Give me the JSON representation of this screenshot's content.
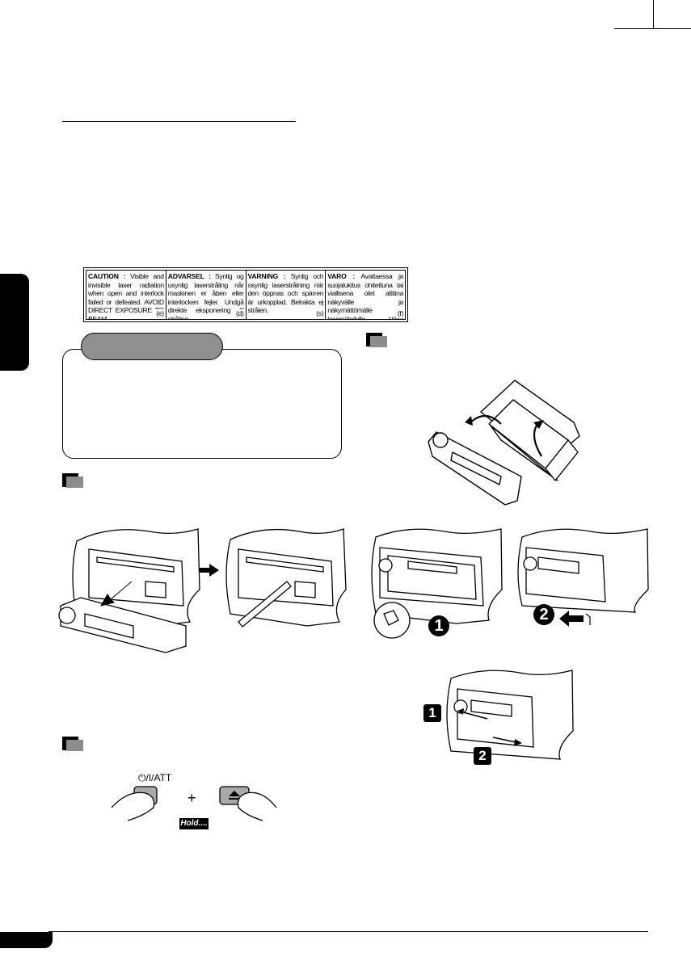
{
  "caution_label": [
    {
      "heading": "CAUTION :",
      "text": "Visible and invisible laser radiation when open and interlock failed or defeated. AVOID DIRECT EXPOSURE TO BEAM.",
      "code": "(e)"
    },
    {
      "heading": "ADVARSEL :",
      "text": "Synlig og usynlig laserstråling når maskinen er åben eller interlocken fejler. Undgå direkte eksponering til stråling.",
      "code": "(d)"
    },
    {
      "heading": "VARNING :",
      "text": "Synlig och osynlig laserstrålning när den öppnas och spärren är urkopplad. Betrakta ej strålen.",
      "code": "(s)"
    },
    {
      "heading": "VARO :",
      "text": "Avattaessa ja suojalukitus ohitettuna tai viallisena olet alttiina näkyvälle ja näkymättömälle lasersäteilylle. Vältä säteen kohdistumista suoraan itseesi.",
      "code": "(f)"
    }
  ],
  "illustration": {
    "att_label": "⏻/I/ATT",
    "plus_sign": "+",
    "hold_label": "Hold....",
    "step_numbers": [
      "1",
      "2"
    ],
    "square_step_numbers": [
      "1",
      "2"
    ]
  }
}
